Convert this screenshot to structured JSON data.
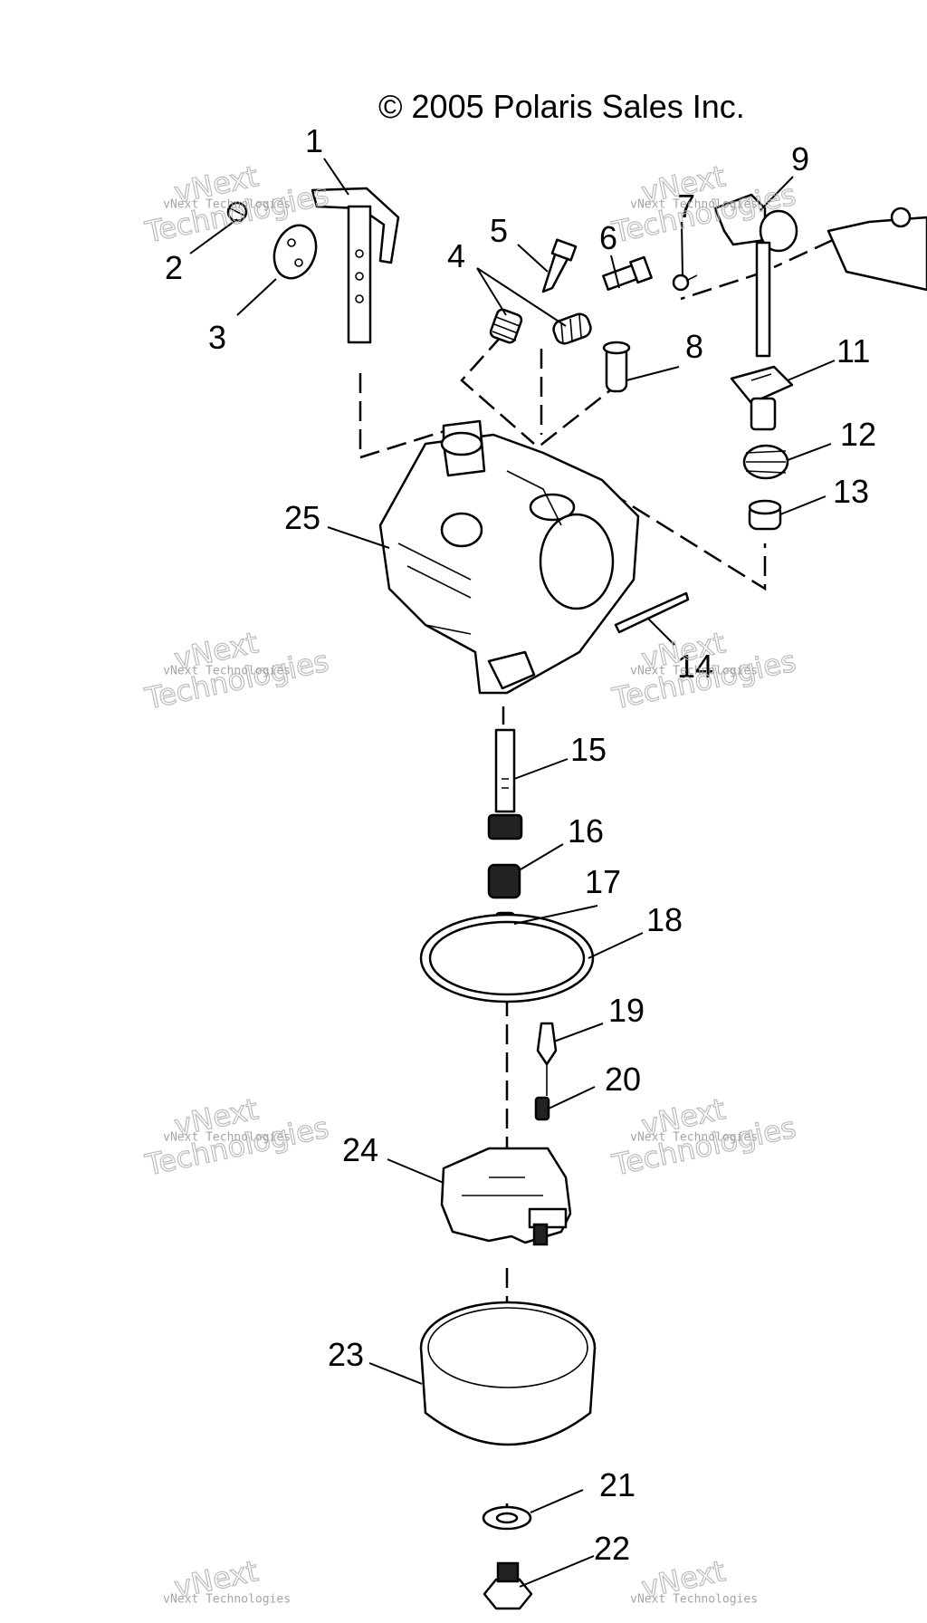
{
  "title": "© 2005 Polaris Sales Inc.",
  "watermark": {
    "line1": "vNext",
    "line2": "Technologies",
    "small": "vNext Technologies"
  },
  "callouts": [
    "1",
    "2",
    "3",
    "4",
    "5",
    "6",
    "7",
    "8",
    "9",
    "11",
    "12",
    "13",
    "14",
    "15",
    "16",
    "17",
    "18",
    "19",
    "20",
    "21",
    "22",
    "23",
    "24",
    "25"
  ],
  "colors": {
    "ink": "#000000",
    "watermark": "#9a9a9a",
    "background": "#ffffff"
  }
}
